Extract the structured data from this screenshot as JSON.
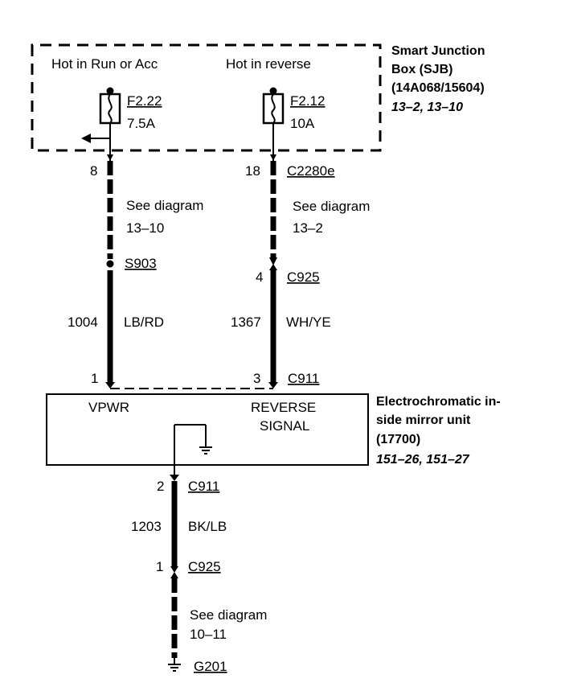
{
  "sjb": {
    "title_line1": "Smart Junction",
    "title_line2": "Box (SJB)",
    "title_line3": "(14A068/15604)",
    "refs": "13–2, 13–10",
    "left_feed": "Hot in Run or Acc",
    "right_feed": "Hot in reverse",
    "fuse_left_id": "F2.22",
    "fuse_left_rating": "7.5A",
    "fuse_right_id": "F2.12",
    "fuse_right_rating": "10A"
  },
  "left_circuit": {
    "sjb_pin": "8",
    "see_label": "See diagram",
    "see_ref": "13–10",
    "splice": "S903",
    "circuit_no": "1004",
    "color": "LB/RD",
    "mirror_pin": "1"
  },
  "right_circuit": {
    "sjb_pin": "18",
    "sjb_connector": "C2280e",
    "see_label": "See diagram",
    "see_ref": "13–2",
    "inline_pin": "4",
    "inline_connector": "C925",
    "circuit_no": "1367",
    "color": "WH/YE",
    "mirror_pin": "3",
    "mirror_connector": "C911"
  },
  "mirror": {
    "vpwr": "VPWR",
    "reverse_line1": "REVERSE",
    "reverse_line2": "SIGNAL",
    "title_line1": "Electrochromatic in-",
    "title_line2": "side mirror unit",
    "title_line3": "(17700)",
    "refs": "151–26, 151–27"
  },
  "ground_circuit": {
    "pin_top": "2",
    "connector_top": "C911",
    "circuit_no": "1203",
    "color": "BK/LB",
    "pin_bottom": "1",
    "connector_bottom": "C925",
    "see_label": "See diagram",
    "see_ref": "10–11",
    "ground": "G201"
  }
}
